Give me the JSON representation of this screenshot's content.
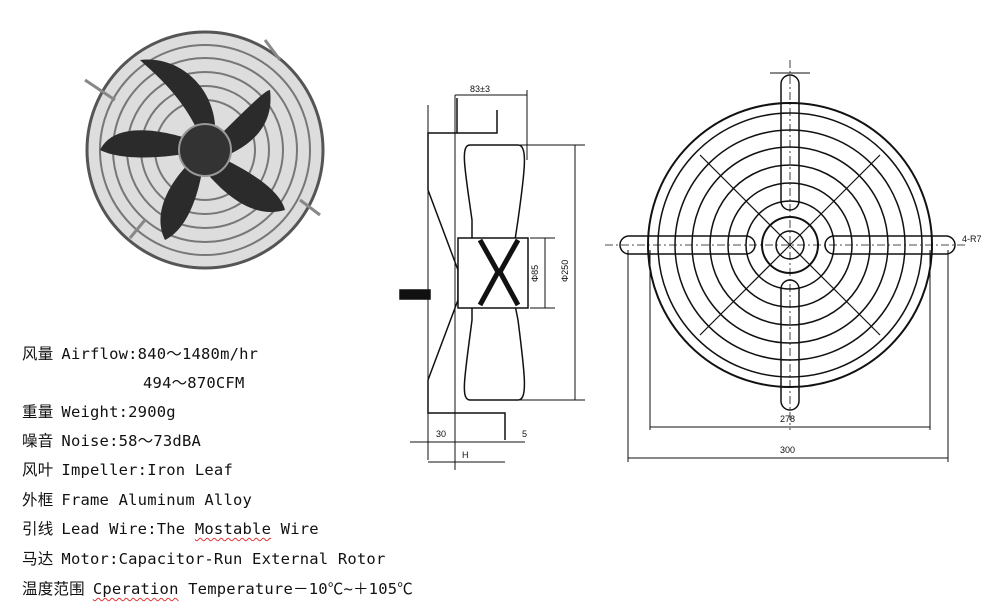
{
  "specs": [
    {
      "cn": "风量",
      "en": "Airflow:840～1480m/hr"
    },
    {
      "cn": "",
      "en": "494～870CFM"
    },
    {
      "cn": "重量",
      "en": "Weight:2900g"
    },
    {
      "cn": "噪音",
      "en": "Noise:58～73dBA"
    },
    {
      "cn": "风叶",
      "en": "Impeller:Iron Leaf"
    },
    {
      "cn": "外框",
      "en": "Frame Aluminum Alloy"
    },
    {
      "cn": "引线",
      "en": "Lead Wire:The ",
      "en_underlined": "Mostable",
      "en_tail": " Wire"
    },
    {
      "cn": "马达",
      "en": "Motor:Capacitor-Run External Rotor"
    },
    {
      "cn": "温度范围",
      "en_underlined": "Cperation",
      "en_tail": " Temperature－10℃~＋105℃"
    }
  ],
  "side_view": {
    "depth": "83±3",
    "hub_dia": "Φ85",
    "blade_dia": "Φ250",
    "offset": "30",
    "h": "H",
    "gap": "5"
  },
  "front_view": {
    "inner": "278",
    "outer": "300",
    "holes": "4-R7"
  }
}
